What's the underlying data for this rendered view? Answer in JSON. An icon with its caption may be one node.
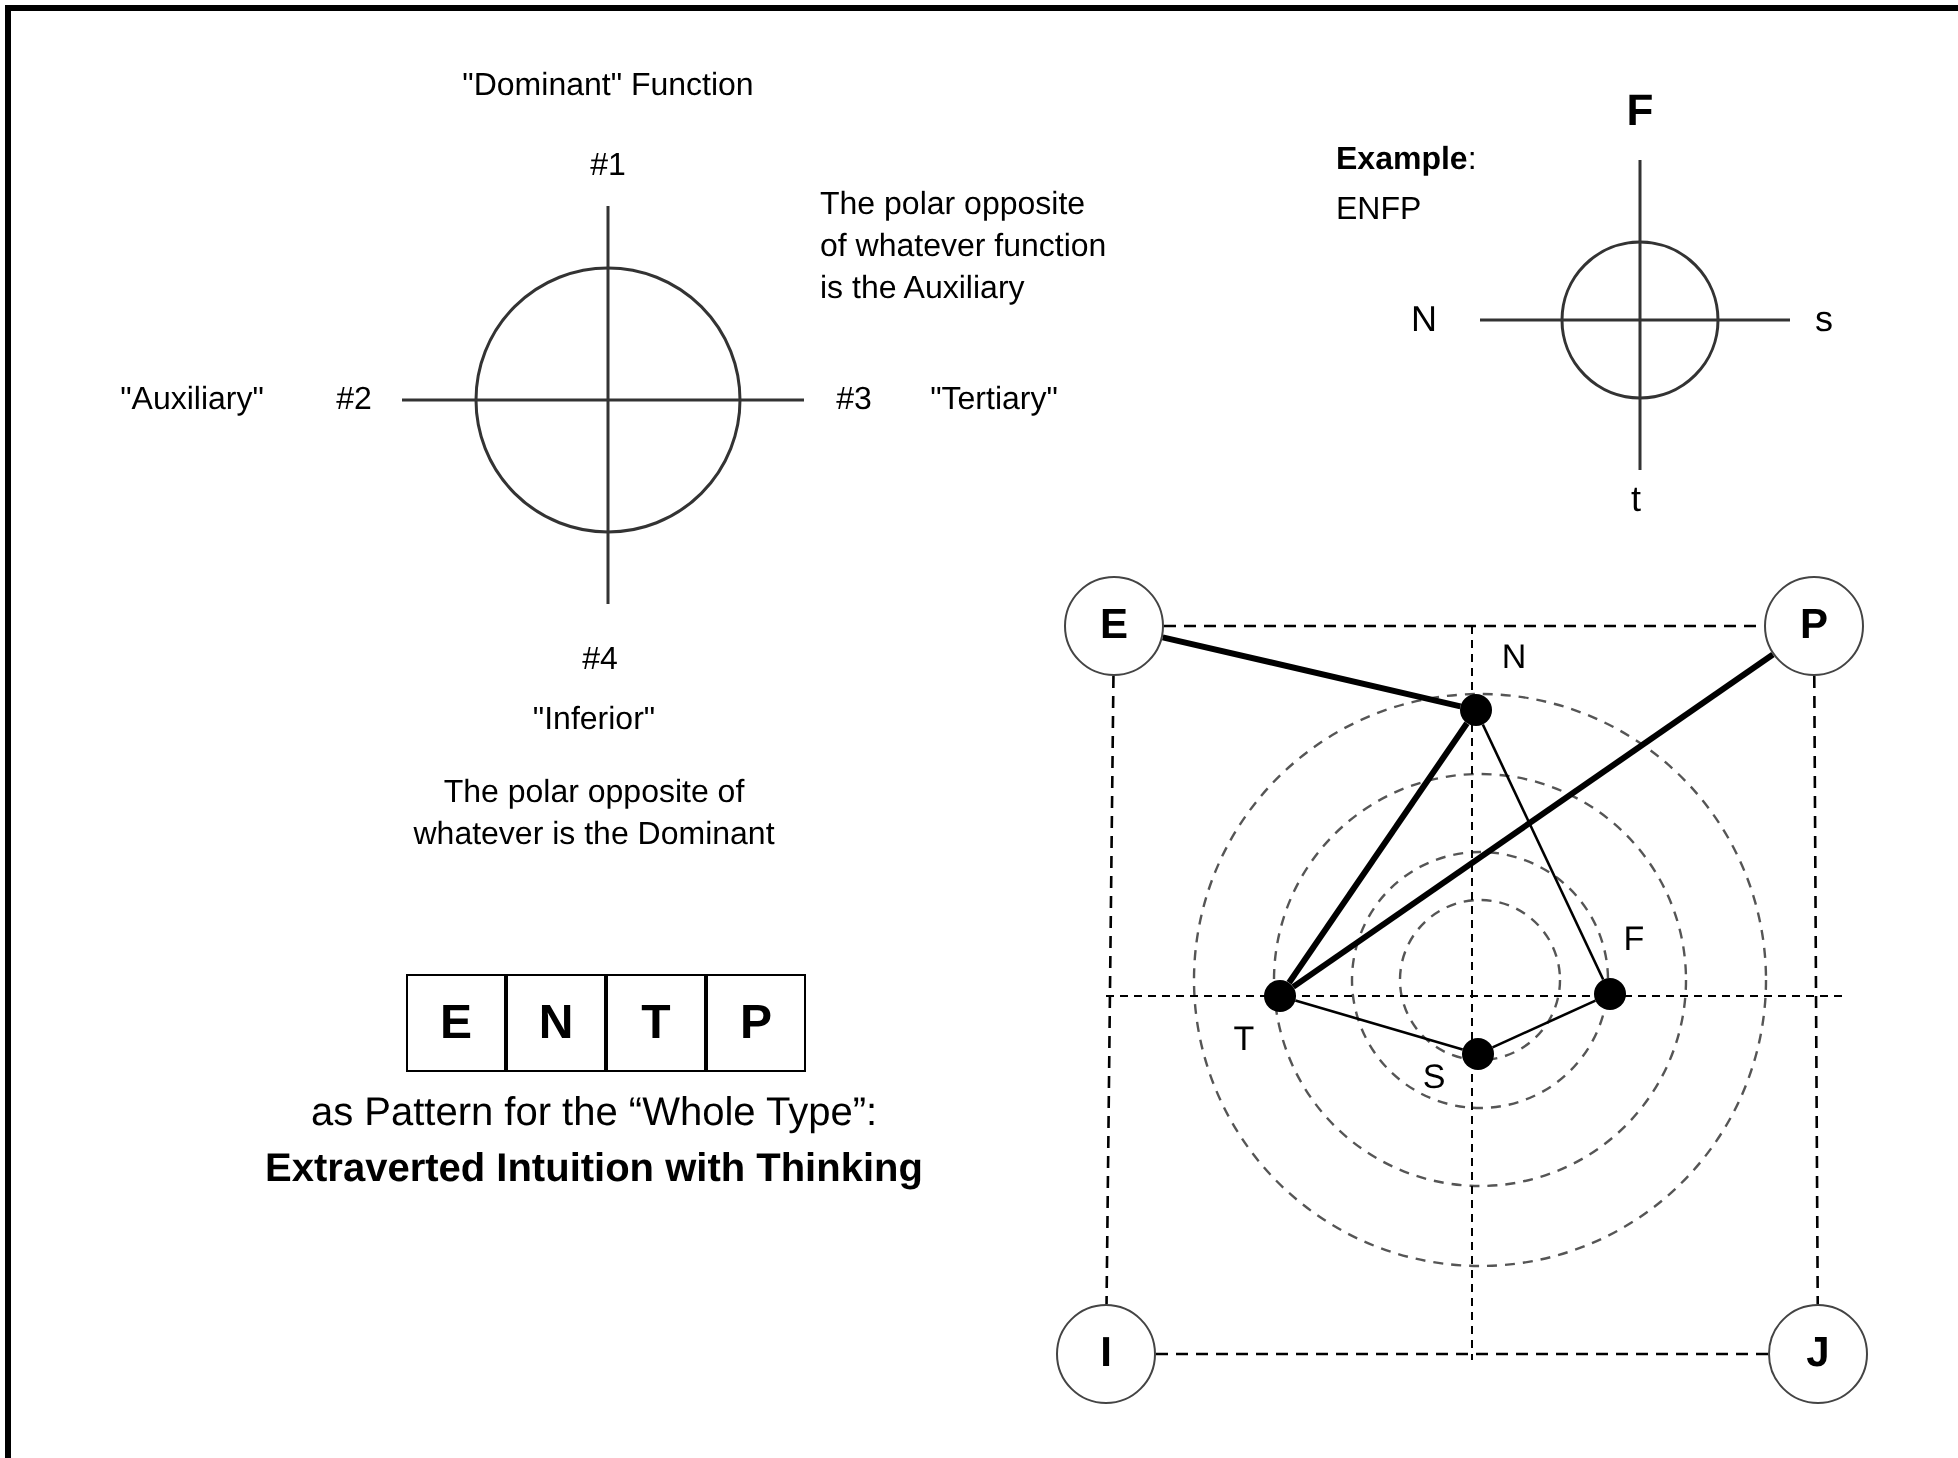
{
  "diagram": {
    "nodes": [
      {
        "text": [
          "E"
        ]
      },
      {
        "text": [
          "P"
        ]
      },
      {
        "text": [],
        "shape": "circle",
        "beside": [
          "N"
        ]
      },
      {
        "text": [],
        "shape": "circle",
        "beside": [
          "T"
        ]
      },
      {
        "text": [],
        "shape": "circle",
        "beside": [
          "F"
        ]
      },
      {
        "text": [],
        "shape": "circle",
        "beside": [
          "S"
        ]
      },
      {
        "text": [
          "I"
        ]
      },
      {
        "text": [
          "J"
        ]
      },
      {
        "text": [
          "E"
        ]
      },
      {
        "text": [
          "N"
        ]
      },
      {
        "text": [
          "T"
        ]
      },
      {
        "text": [
          "P"
        ]
      }
    ],
    "edges": [
      {
        "from": 0,
        "to": 1,
        "arrow": "none",
        "style": "dashed"
      },
      {
        "from": 0,
        "to": 2,
        "arrow": "none",
        "style": "thick"
      },
      {
        "from": 2,
        "to": 3,
        "arrow": "none",
        "style": "thick"
      },
      {
        "from": 3,
        "to": 1,
        "arrow": "none",
        "style": "thick"
      },
      {
        "from": 2,
        "to": 4,
        "arrow": "none"
      },
      {
        "from": 3,
        "to": 5,
        "arrow": "none"
      },
      {
        "from": 5,
        "to": 4,
        "arrow": "none"
      },
      {
        "from": 0,
        "to": 6,
        "arrow": "none",
        "style": "dashed"
      },
      {
        "from": 1,
        "to": 7,
        "arrow": "none",
        "style": "dashed"
      },
      {
        "from": 6,
        "to": 7,
        "arrow": "none",
        "style": "dashed"
      }
    ],
    "labels": [
      "\"Dominant\" Function",
      "F",
      "#1",
      "**Example**:",
      "ENFP",
      "The polar opposite of whatever function is the Auxiliary",
      "N",
      "s",
      "\"Auxiliary\"",
      "#2",
      "#3",
      "\"Tertiary\"",
      "t",
      "#4",
      "\"Inferior\"",
      "The polar opposite of whatever is the Dominant",
      "as Pattern for the “Whole Type”:",
      "Extraverted Intuition with Thinking"
    ]
  }
}
